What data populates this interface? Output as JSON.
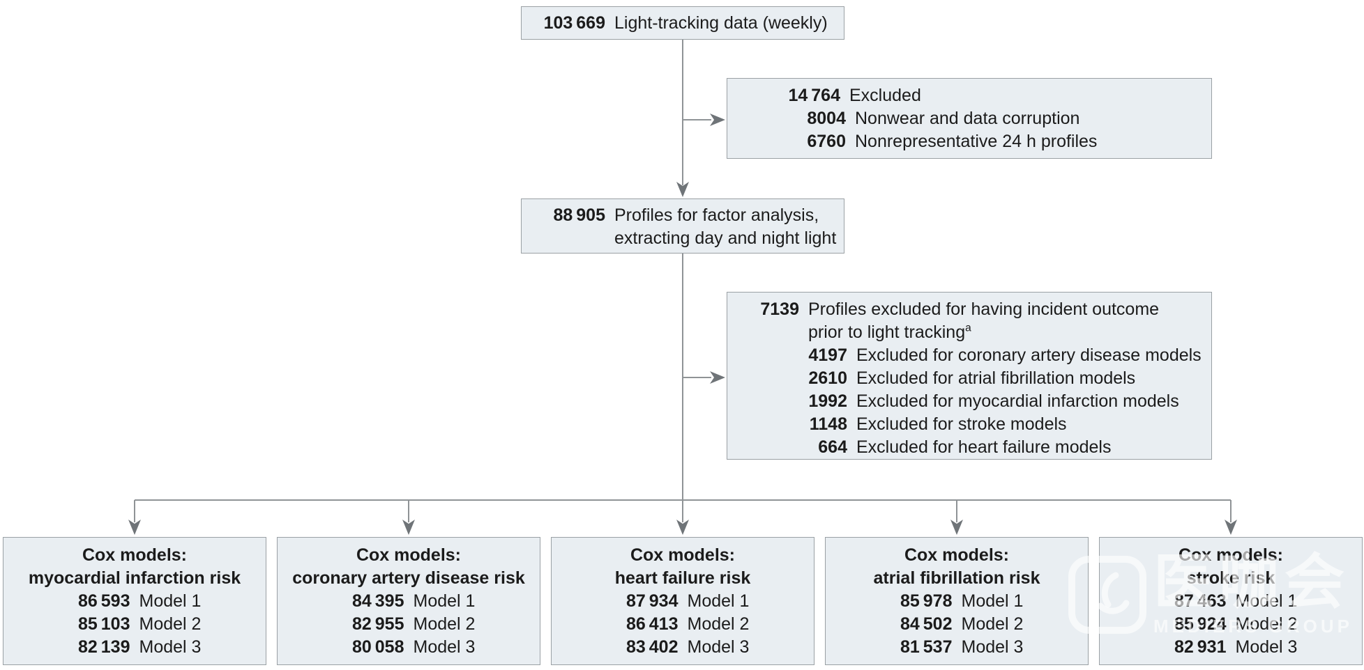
{
  "palette": {
    "background": "#ffffff",
    "box-fill": "#e9eef2",
    "box-border": "#9aa0a4",
    "arrow": "#8f9396",
    "arrowhead": "#6f7478",
    "text": "#1b1b1b"
  },
  "flow": {
    "source": {
      "count": "103 669",
      "label": "Light-tracking data (weekly)"
    },
    "exclusion1": {
      "rows": [
        {
          "count": "14 764",
          "label": "Excluded"
        },
        {
          "count": "8004",
          "label": "Nonwear and data corruption"
        },
        {
          "count": "6760",
          "label": "Nonrepresentative 24 h profiles"
        }
      ]
    },
    "analysis": {
      "count": "88 905",
      "label": "Profiles for factor analysis, extracting day and night light"
    },
    "exclusion2": {
      "rows": [
        {
          "count": "7139",
          "label": "Profiles excluded for having incident outcome prior to light tracking",
          "footnote_marker": "a"
        },
        {
          "count": "4197",
          "label": "Excluded for coronary artery disease models"
        },
        {
          "count": "2610",
          "label": "Excluded for atrial fibrillation models"
        },
        {
          "count": "1992",
          "label": "Excluded for myocardial infarction models"
        },
        {
          "count": "1148",
          "label": "Excluded for stroke models"
        },
        {
          "count": "664",
          "label": "Excluded for heart failure models"
        }
      ]
    },
    "cox_boxes": [
      {
        "title_line1": "Cox models:",
        "title_line2": "myocardial infarction risk",
        "models": [
          {
            "count": "86 593",
            "label": "Model 1"
          },
          {
            "count": "85 103",
            "label": "Model 2"
          },
          {
            "count": "82 139",
            "label": "Model 3"
          }
        ]
      },
      {
        "title_line1": "Cox models:",
        "title_line2": "coronary artery disease risk",
        "models": [
          {
            "count": "84 395",
            "label": "Model 1"
          },
          {
            "count": "82 955",
            "label": "Model 2"
          },
          {
            "count": "80 058",
            "label": "Model 3"
          }
        ]
      },
      {
        "title_line1": "Cox models:",
        "title_line2": "heart failure risk",
        "models": [
          {
            "count": "87 934",
            "label": "Model 1"
          },
          {
            "count": "86 413",
            "label": "Model 2"
          },
          {
            "count": "83 402",
            "label": "Model 3"
          }
        ]
      },
      {
        "title_line1": "Cox models:",
        "title_line2": "atrial fibrillation risk",
        "models": [
          {
            "count": "85 978",
            "label": "Model 1"
          },
          {
            "count": "84 502",
            "label": "Model 2"
          },
          {
            "count": "81 537",
            "label": "Model 3"
          }
        ]
      },
      {
        "title_line1": "Cox models:",
        "title_line2": "stroke risk",
        "models": [
          {
            "count": "87 463",
            "label": "Model 1"
          },
          {
            "count": "85 924",
            "label": "Model 2"
          },
          {
            "count": "82 931",
            "label": "Model 3"
          }
        ]
      }
    ]
  },
  "watermark": {
    "cn_text": "医咖会",
    "en_text": "MEDIERS GROUP"
  }
}
